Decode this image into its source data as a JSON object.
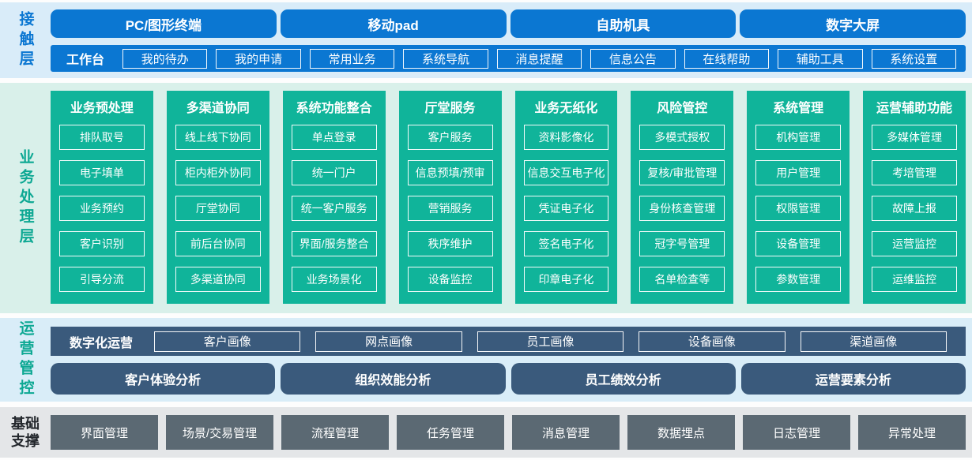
{
  "colors": {
    "primary_blue": "#0b77d2",
    "teal": "#10b49a",
    "slate_blue": "#3a5a7c",
    "slate_gray": "#5b6973",
    "contact_band_bg": "#d9ecf9",
    "business_band_bg": "#d9f0ea",
    "ops_band_bg": "#d9edf8",
    "foundation_band_bg": "#e4e6e8"
  },
  "contact_layer": {
    "label": "接触层",
    "terminals": [
      "PC/图形终端",
      "移动pad",
      "自助机具",
      "数字大屏"
    ],
    "workbench": {
      "label": "工作台",
      "items": [
        "我的待办",
        "我的申请",
        "常用业务",
        "系统导航",
        "消息提醒",
        "信息公告",
        "在线帮助",
        "辅助工具",
        "系统设置"
      ]
    }
  },
  "business_layer": {
    "label": "业务处理层",
    "columns": [
      {
        "title": "业务预处理",
        "items": [
          "排队取号",
          "电子填单",
          "业务预约",
          "客户识别",
          "引导分流"
        ]
      },
      {
        "title": "多渠道协同",
        "items": [
          "线上线下协同",
          "柜内柜外协同",
          "厅堂协同",
          "前后台协同",
          "多渠道协同"
        ]
      },
      {
        "title": "系统功能整合",
        "items": [
          "单点登录",
          "统一门户",
          "统一客户服务",
          "界面/服务整合",
          "业务场景化"
        ]
      },
      {
        "title": "厅堂服务",
        "items": [
          "客户服务",
          "信息预填/预审",
          "营销服务",
          "秩序维护",
          "设备监控"
        ]
      },
      {
        "title": "业务无纸化",
        "items": [
          "资料影像化",
          "信息交互电子化",
          "凭证电子化",
          "签名电子化",
          "印章电子化"
        ]
      },
      {
        "title": "风险管控",
        "items": [
          "多模式授权",
          "复核/审批管理",
          "身份核查管理",
          "冠字号管理",
          "名单检查等"
        ]
      },
      {
        "title": "系统管理",
        "items": [
          "机构管理",
          "用户管理",
          "权限管理",
          "设备管理",
          "参数管理"
        ]
      },
      {
        "title": "运营辅助功能",
        "items": [
          "多媒体管理",
          "考培管理",
          "故障上报",
          "运营监控",
          "运维监控"
        ]
      }
    ]
  },
  "operations_layer": {
    "label": "运营管控",
    "digital_operations": {
      "label": "数字化运营",
      "items": [
        "客户画像",
        "网点画像",
        "员工画像",
        "设备画像",
        "渠道画像"
      ]
    },
    "analysis_items": [
      "客户体验分析",
      "组织效能分析",
      "员工绩效分析",
      "运营要素分析"
    ]
  },
  "foundation_layer": {
    "label": "基础支撑",
    "items": [
      "界面管理",
      "场景/交易管理",
      "流程管理",
      "任务管理",
      "消息管理",
      "数据埋点",
      "日志管理",
      "异常处理"
    ]
  }
}
